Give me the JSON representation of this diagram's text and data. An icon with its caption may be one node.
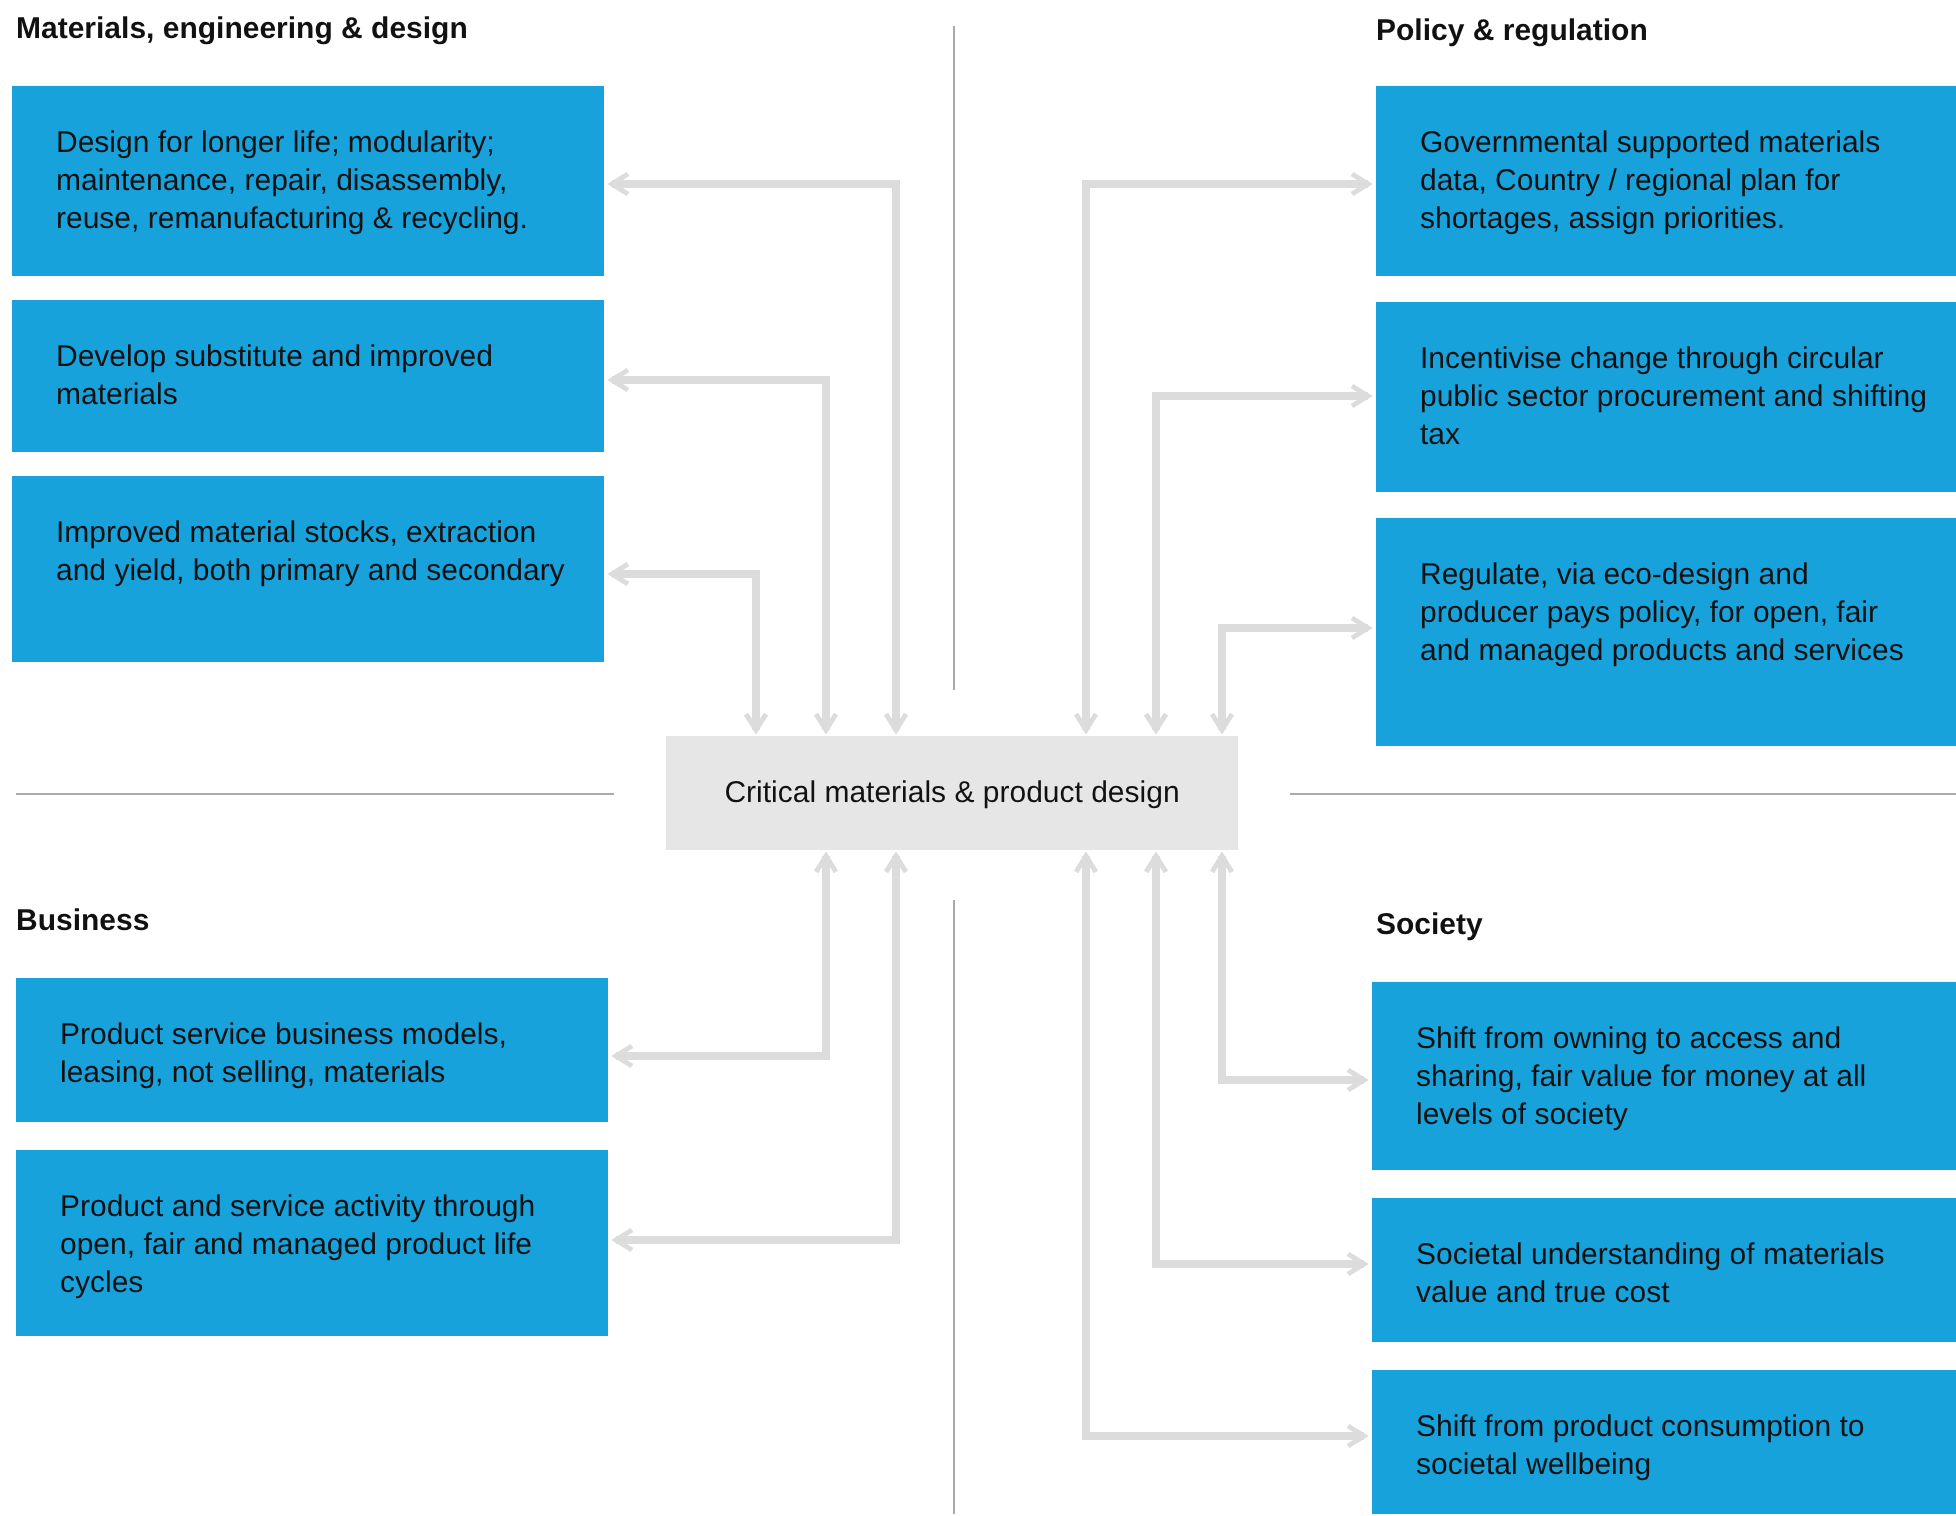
{
  "diagram": {
    "nodes": [
      {
        "text": [
          "Design for longer life; modularity; maintenance, repair, disassembly, reuse, remanufacturing & recycling."
        ]
      },
      {
        "text": [
          "Develop substitute and improved materials"
        ]
      },
      {
        "text": [
          "Improved material stocks, extraction and yield, both primary and secondary"
        ]
      },
      {
        "text": [
          "Governmental supported materials data, Country / regional plan for shortages, assign priorities."
        ]
      },
      {
        "text": [
          "Incentivise change through circular public sector procurement and shifting tax"
        ]
      },
      {
        "text": [
          "Regulate, via eco-design and producer pays policy, for open, fair and managed products and services"
        ]
      },
      {
        "text": [
          "Critical materials & product design"
        ]
      },
      {
        "text": [
          "Product service business models, leasing, not selling, materials"
        ]
      },
      {
        "text": [
          "Product and service activity through open, fair and managed product life cycles"
        ]
      },
      {
        "text": [
          "Shift from owning to access and sharing, fair value for money at all levels of society"
        ]
      },
      {
        "text": [
          "Societal understanding of materials value and true cost"
        ]
      },
      {
        "text": [
          "Shift from product consumption to societal wellbeing"
        ]
      }
    ],
    "edges": [
      {
        "from": 6,
        "to": 0,
        "arrow": "both"
      },
      {
        "from": 6,
        "to": 1,
        "arrow": "both"
      },
      {
        "from": 6,
        "to": 2,
        "arrow": "both"
      },
      {
        "from": 6,
        "to": 3,
        "arrow": "both"
      },
      {
        "from": 6,
        "to": 4,
        "arrow": "both"
      },
      {
        "from": 6,
        "to": 5,
        "arrow": "both"
      },
      {
        "from": 6,
        "to": 7,
        "arrow": "both"
      },
      {
        "from": 6,
        "to": 8,
        "arrow": "both"
      },
      {
        "from": 6,
        "to": 9,
        "arrow": "both"
      },
      {
        "from": 6,
        "to": 10,
        "arrow": "both"
      },
      {
        "from": 6,
        "to": 11,
        "arrow": "both"
      }
    ],
    "labels": [
      "Materials, engineering & design",
      "Policy & regulation",
      "Business",
      "Society"
    ]
  }
}
